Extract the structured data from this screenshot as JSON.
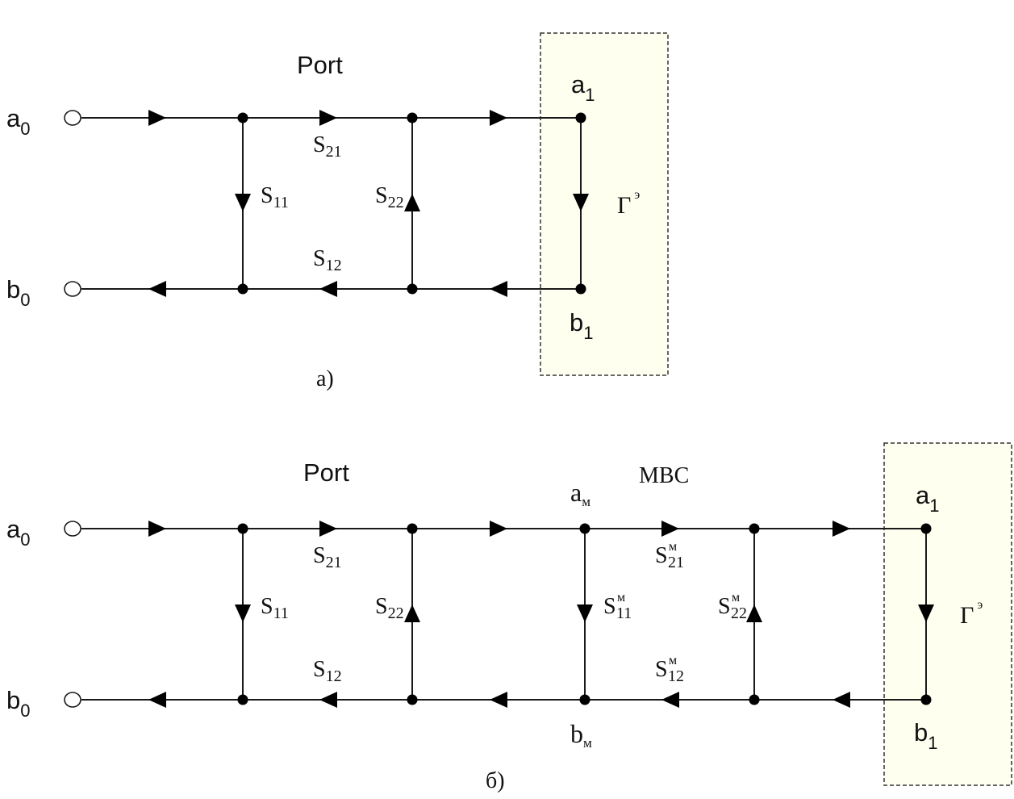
{
  "diagram_a": {
    "caption": "а)",
    "port_title": "Port",
    "input_a": {
      "base": "a",
      "sub": "0"
    },
    "input_b": {
      "base": "b",
      "sub": "0"
    },
    "s21": {
      "base": "S",
      "sub": "21"
    },
    "s11": {
      "base": "S",
      "sub": "11"
    },
    "s22": {
      "base": "S",
      "sub": "22"
    },
    "s12": {
      "base": "S",
      "sub": "12"
    },
    "load_a": {
      "base": "a",
      "sub": "1"
    },
    "load_b": {
      "base": "b",
      "sub": "1"
    },
    "gamma": {
      "base": "Γ",
      "sup": "э"
    }
  },
  "diagram_b": {
    "caption": "б)",
    "port_title": "Port",
    "mbc_title": "МВС",
    "input_a": {
      "base": "a",
      "sub": "0"
    },
    "input_b": {
      "base": "b",
      "sub": "0"
    },
    "s21": {
      "base": "S",
      "sub": "21"
    },
    "s11": {
      "base": "S",
      "sub": "11"
    },
    "s22": {
      "base": "S",
      "sub": "22"
    },
    "s12": {
      "base": "S",
      "sub": "12"
    },
    "am": {
      "base": "a",
      "sub": "м"
    },
    "bm": {
      "base": "b",
      "sub": "м"
    },
    "s21m": {
      "base": "S",
      "sub": "21",
      "sup": "м"
    },
    "s11m": {
      "base": "S",
      "sub": "11",
      "sup": "м"
    },
    "s22m": {
      "base": "S",
      "sub": "22",
      "sup": "м"
    },
    "s12m": {
      "base": "S",
      "sub": "12",
      "sup": "м"
    },
    "load_a": {
      "base": "a",
      "sub": "1"
    },
    "load_b": {
      "base": "b",
      "sub": "1"
    },
    "gamma": {
      "base": "Γ",
      "sup": "э"
    }
  }
}
